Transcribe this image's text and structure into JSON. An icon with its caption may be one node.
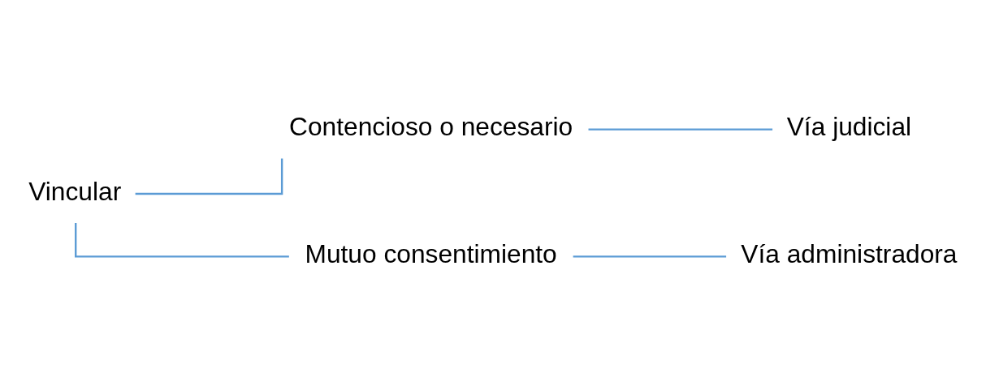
{
  "diagram": {
    "nodes": [
      {
        "text": [
          "Vincular"
        ]
      },
      {
        "text": [
          "Contencioso o necesario"
        ]
      },
      {
        "text": [
          "Mutuo consentimiento"
        ]
      },
      {
        "text": [
          "Vía judicial"
        ]
      },
      {
        "text": [
          "Vía administradora"
        ]
      }
    ],
    "edges": [
      {
        "from": 0,
        "to": 1,
        "arrow": "none"
      },
      {
        "from": 0,
        "to": 2,
        "arrow": "none"
      },
      {
        "from": 1,
        "to": 3,
        "arrow": "none"
      },
      {
        "from": 2,
        "to": 4,
        "arrow": "none"
      }
    ]
  }
}
